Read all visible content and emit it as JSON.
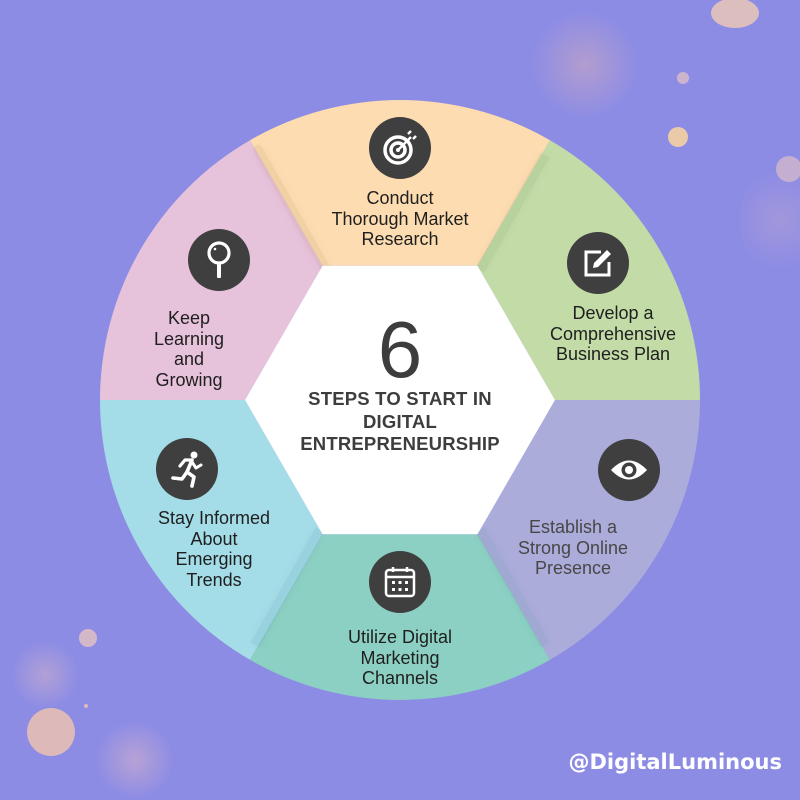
{
  "center": {
    "number": "6",
    "title_lines": [
      "STEPS TO START IN",
      "DIGITAL",
      "ENTREPRENEURSHIP"
    ]
  },
  "steps": [
    {
      "id": "market-research",
      "icon": "target-icon",
      "lines": [
        "Conduct",
        "Thorough Market",
        "Research"
      ],
      "color": "#fcdcb0"
    },
    {
      "id": "business-plan",
      "icon": "edit-icon",
      "lines": [
        "Develop a",
        "Comprehensive",
        "Business Plan"
      ],
      "color": "#c2dba7"
    },
    {
      "id": "online-presence",
      "icon": "eye-icon",
      "lines": [
        "Establish a",
        "Strong Online",
        "Presence"
      ],
      "color": "#acacdb"
    },
    {
      "id": "digital-marketing",
      "icon": "calendar-icon",
      "lines": [
        "Utilize Digital",
        "Marketing",
        "Channels"
      ],
      "color": "#8ccfc3"
    },
    {
      "id": "emerging-trends",
      "icon": "running-person-icon",
      "lines": [
        "Stay Informed",
        "About",
        "Emerging",
        "Trends"
      ],
      "color": "#a4dce8"
    },
    {
      "id": "keep-learning",
      "icon": "magnifier-icon",
      "lines": [
        "Keep",
        "Learning",
        "and",
        "Growing"
      ],
      "color": "#e6c2db"
    }
  ],
  "footer": {
    "handle": "@DigitalLuminous"
  },
  "colors": {
    "background": "#8c8ce5",
    "hexagon": "#ffffff",
    "icon_bg": "#3f3f3f",
    "text_dark": "#1f1f1f",
    "center_text": "#3d3d3d"
  }
}
